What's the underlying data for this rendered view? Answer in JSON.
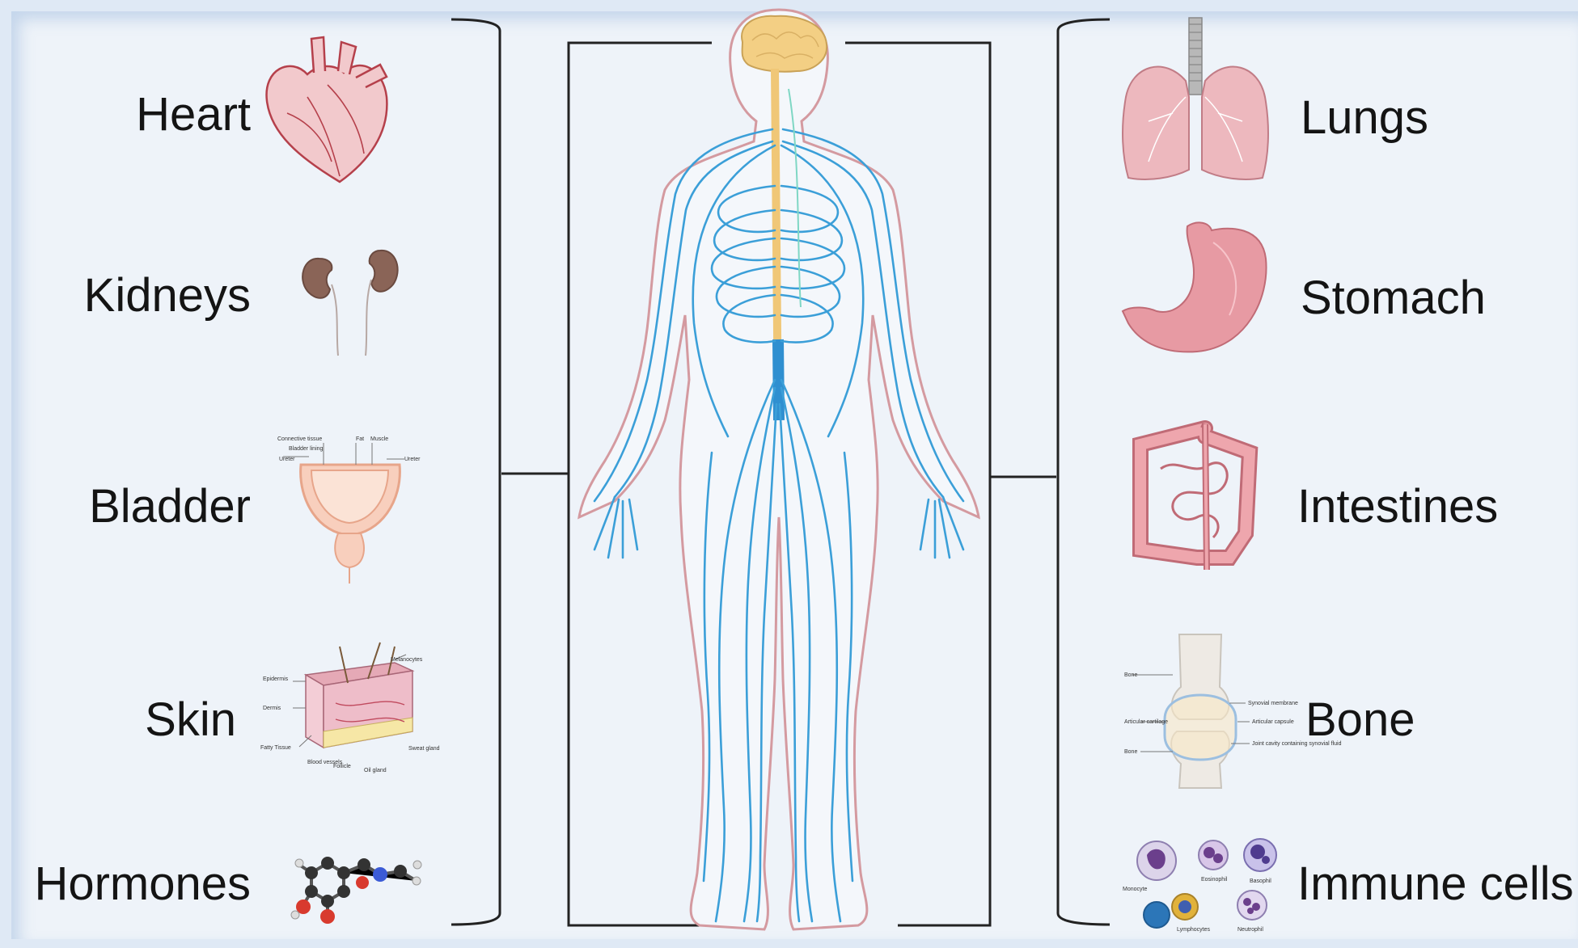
{
  "left_labels": [
    "Heart",
    "Kidneys",
    "Bladder",
    "Skin",
    "Hormones"
  ],
  "right_labels": [
    "Lungs",
    "Stomach",
    "Intestines",
    "Bone",
    "Immune cells"
  ],
  "bladder_annotations": {
    "connective_tissue": "Connective tissue",
    "bladder_lining": "Bladder lining",
    "fat": "Fat",
    "muscle": "Muscle",
    "ureter_left": "Ureter",
    "ureter_right": "Ureter"
  },
  "skin_annotations": {
    "melanocytes": "Melanocytes",
    "epidermis": "Epidermis",
    "dermis": "Dermis",
    "fatty_tissue": "Fatty Tissue",
    "blood_vessels": "Blood vessels",
    "follicle": "Follicle",
    "oil_gland": "Oil gland",
    "sweat_gland": "Sweat gland"
  },
  "bone_annotations": {
    "bone_top": "Bone",
    "synovial_membrane": "Synovial membrane",
    "articular_cartilage": "Articular cartilage",
    "articular_capsule": "Articular capsule",
    "joint_cavity": "Joint cavity containing synovial fluid",
    "bone_bottom": "Bone"
  },
  "immune_annotations": {
    "monocyte": "Monocyte",
    "eosinophil": "Eosinophil",
    "basophil": "Basophil",
    "lymphocytes": "Lymphocytes",
    "neutrophil": "Neutrophil"
  },
  "colors": {
    "background": "#eef3f9",
    "nerve": "#3b9fd8",
    "brain": "#f3cf84",
    "organ_pink": "#e8a3aa",
    "bracket": "#222222"
  }
}
